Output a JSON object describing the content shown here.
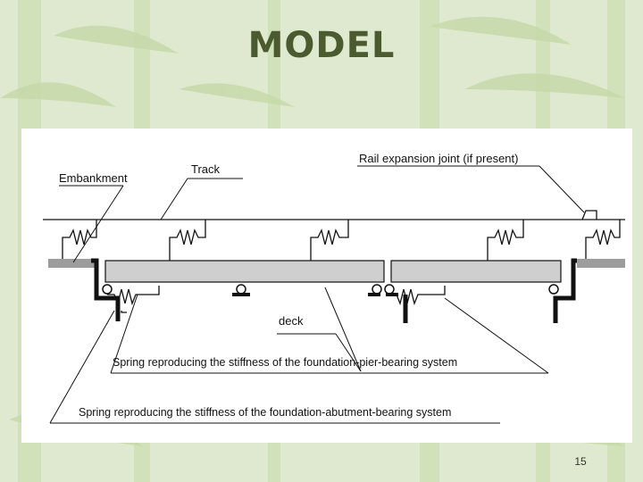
{
  "slide": {
    "title": "MODEL",
    "page_number": "15"
  },
  "diagram": {
    "labels": {
      "embankment": "Embankment",
      "track": "Track",
      "rail_joint": "Rail expansion joint (if present)",
      "deck": "deck",
      "pier_spring": "Spring reproducing the stiffness of the foundation-pier-bearing system",
      "abutment_spring": "Spring reproducing the stiffness of the foundation-abutment-bearing system"
    }
  },
  "colors": {
    "background": "#dfe9cf",
    "title": "#4b5a2f",
    "deck_fill": "#cfcfcf",
    "embankment_fill": "#9c9c9c"
  }
}
